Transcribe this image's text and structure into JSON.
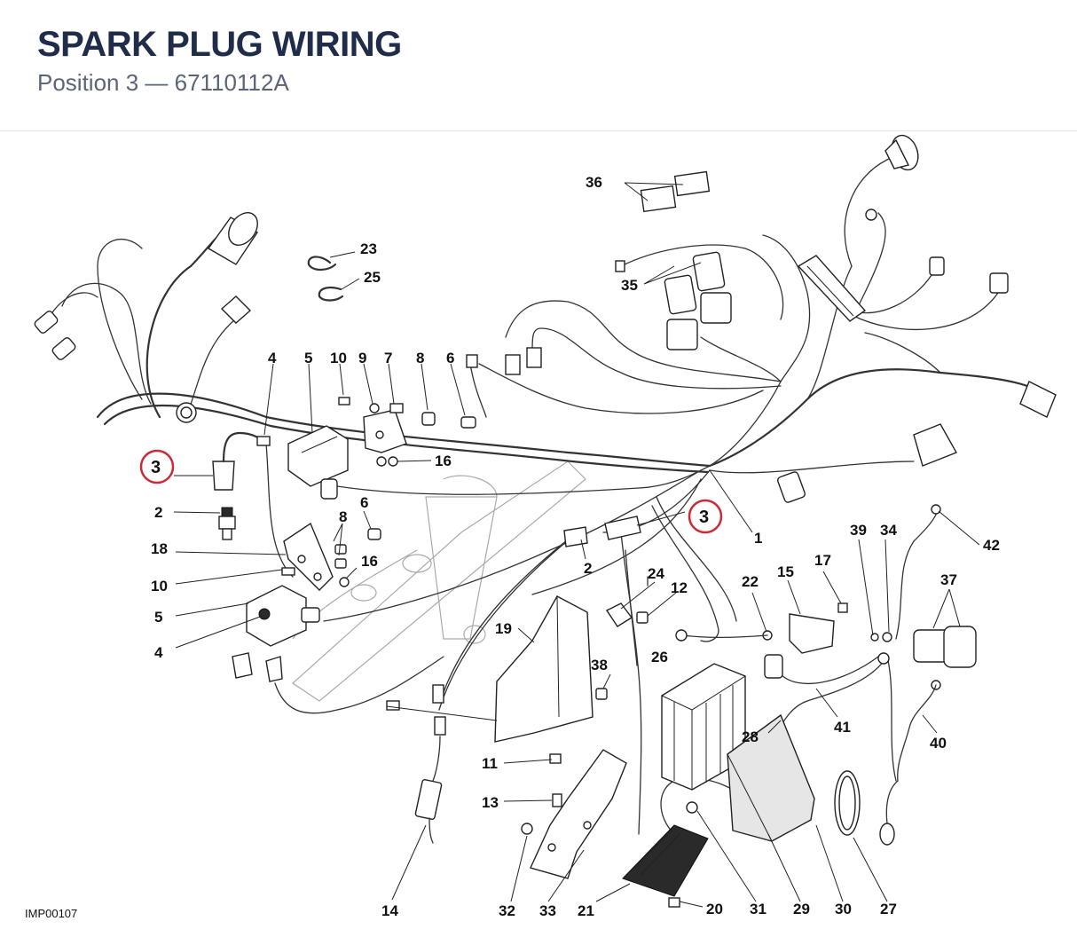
{
  "header": {
    "title": "SPARK PLUG WIRING",
    "subtitle": "Position 3 — 67110112A"
  },
  "diagram": {
    "reference_code": "IMP00107",
    "highlight_color": "#cc2b36",
    "highlighted_callout": "3",
    "callouts": {
      "c1": "1",
      "c2a": "2",
      "c2b": "2",
      "c3a": "3",
      "c3b": "3",
      "c4a": "4",
      "c4b": "4",
      "c5a": "5",
      "c5b": "5",
      "c6a": "6",
      "c6b": "6",
      "c7": "7",
      "c8a": "8",
      "c8b": "8",
      "c9": "9",
      "c10a": "10",
      "c10b": "10",
      "c11": "11",
      "c12": "12",
      "c13": "13",
      "c14": "14",
      "c15": "15",
      "c16a": "16",
      "c16b": "16",
      "c17": "17",
      "c18": "18",
      "c19": "19",
      "c20": "20",
      "c21": "21",
      "c22": "22",
      "c23": "23",
      "c24": "24",
      "c25": "25",
      "c26": "26",
      "c27": "27",
      "c28": "28",
      "c29": "29",
      "c30": "30",
      "c31": "31",
      "c32": "32",
      "c33": "33",
      "c34": "34",
      "c35": "35",
      "c36": "36",
      "c37": "37",
      "c38": "38",
      "c39": "39",
      "c40": "40",
      "c41": "41",
      "c42": "42"
    }
  }
}
